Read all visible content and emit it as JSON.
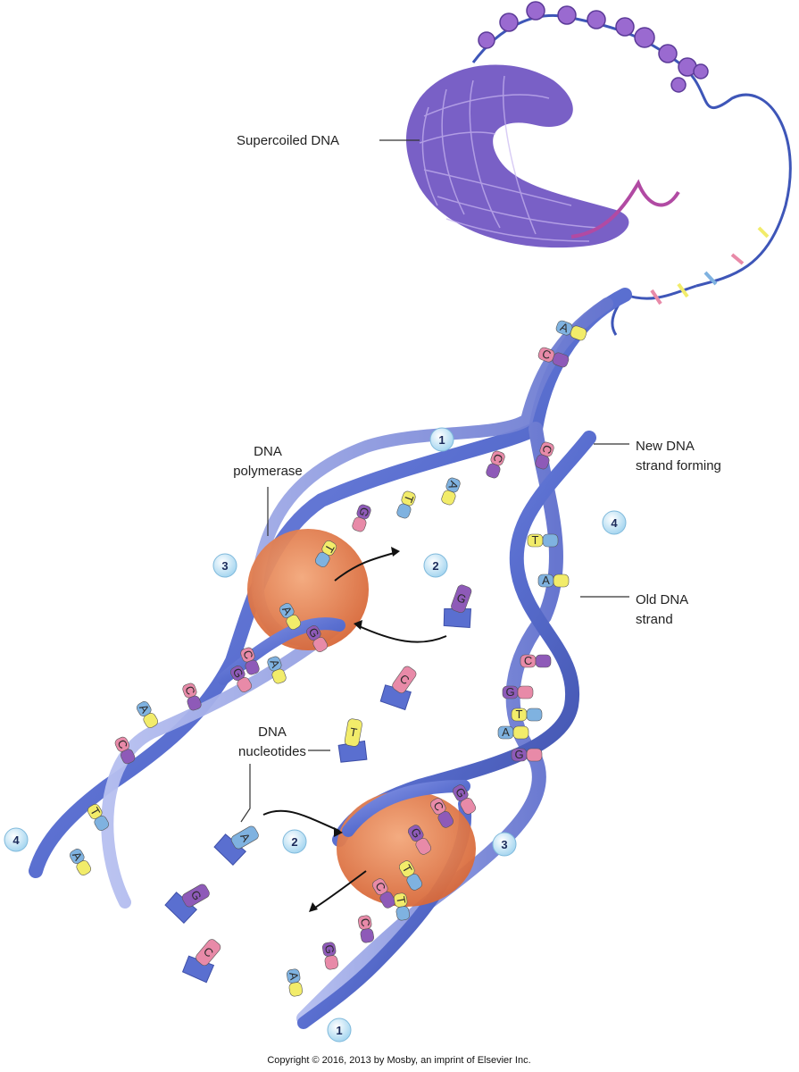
{
  "labels": {
    "supercoiled": "Supercoiled DNA",
    "polymerase_line1": "DNA",
    "polymerase_line2": "polymerase",
    "new_strand_line1": "New DNA",
    "new_strand_line2": "strand forming",
    "old_strand_line1": "Old DNA",
    "old_strand_line2": "strand",
    "nucleotides_line1": "DNA",
    "nucleotides_line2": "nucleotides"
  },
  "step_badges": [
    "1",
    "2",
    "3",
    "4",
    "1",
    "2",
    "3",
    "4"
  ],
  "free_nucleotides": [
    "G",
    "C",
    "T",
    "A",
    "G",
    "C"
  ],
  "upper_strand_bases": [
    "G",
    "T",
    "A",
    "C",
    "C",
    "T",
    "A",
    "G",
    "C",
    "A",
    "G",
    "C",
    "A",
    "C",
    "T",
    "A"
  ],
  "right_strand_bases": [
    "C",
    "A",
    "T",
    "A",
    "C",
    "G",
    "T",
    "A",
    "G",
    "G",
    "C",
    "G",
    "T",
    "C"
  ],
  "lower_strand_bases": [
    "A",
    "G",
    "C",
    "T"
  ],
  "copyright": "Copyright © 2016, 2013 by Mosby, an imprint of Elsevier Inc.",
  "colors": {
    "strand": "#5a6fd0",
    "strand_dark": "#3e4fa8",
    "strand_light": "#9aa6e6",
    "polymerase": "#e07a45",
    "base_pink": "#e88aa8",
    "base_blue": "#7fb2e0",
    "base_yellow": "#f2ec6a",
    "base_purple": "#8e5ab8",
    "badge": "#bfe3f5",
    "supercoil": "#6a4fc0"
  }
}
